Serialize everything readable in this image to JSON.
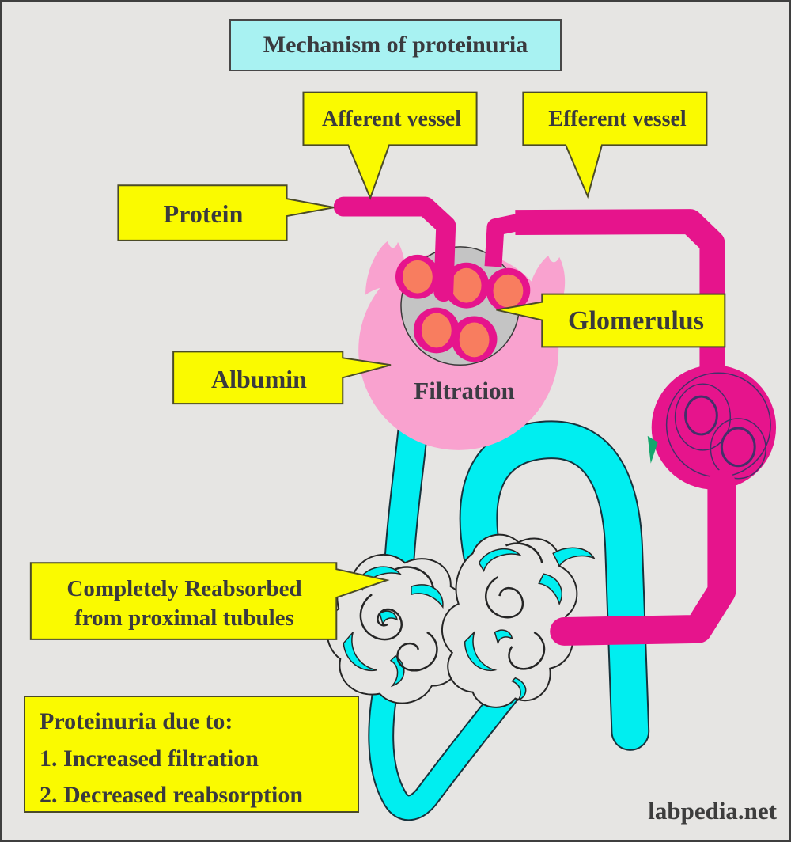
{
  "title": {
    "text": "Mechanism of proteinuria"
  },
  "callouts": {
    "afferent": "Afferent vessel",
    "efferent": "Efferent vessel",
    "protein": "Protein",
    "glomerulus": "Glomerulus",
    "albumin": "Albumin",
    "reabsorbed_line1": "Completely Reabsorbed",
    "reabsorbed_line2": "from proximal tubules"
  },
  "annotations": {
    "filtration": "Filtration",
    "watermark": "labpedia.net"
  },
  "info_box": {
    "heading": "Proteinuria due to:",
    "items": [
      "1. Increased filtration",
      "2. Decreased reabsorption"
    ]
  },
  "colors": {
    "background": "#e6e5e3",
    "border": "#3f3f3f",
    "callout_yellow": "#fafa00",
    "title_cyan": "#a8f2f2",
    "vessel_magenta": "#e6148c",
    "capsule_pink": "#f9a2cf",
    "tubule_cyan": "#00eef0",
    "glomerulus_gray": "#c4c4c4",
    "capillary_orange": "#f87d5f",
    "marker_green": "#14a76d",
    "text_dark": "#3a3a3e"
  }
}
